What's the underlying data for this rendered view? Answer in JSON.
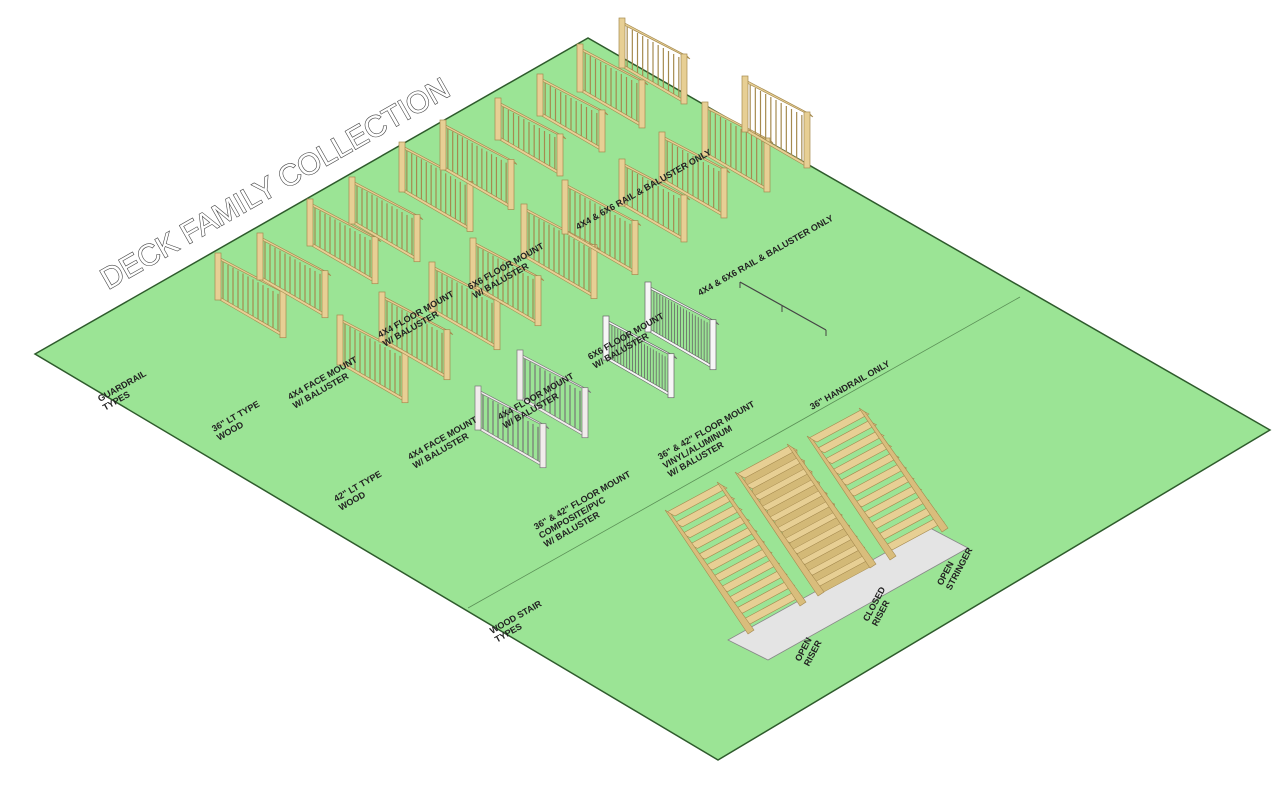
{
  "title": "DECK FAMILY COLLECTION",
  "colors": {
    "ground": "#9be495",
    "ground_edge": "#2e5b2c",
    "wood": "#e7cf94",
    "wood_dark": "#a58a4f",
    "composite": "#f1ecec",
    "vinyl": "#f6f6f6",
    "slab": "#e4e4e4"
  },
  "labels": {
    "guardrail_types": [
      "GUARDRAIL",
      "TYPES"
    ],
    "wood_36_lt": [
      "36\" LT TYPE",
      "WOOD"
    ],
    "wood_42_lt": [
      "42\" LT TYPE",
      "WOOD"
    ],
    "face_mount_a": [
      "4X4 FACE MOUNT",
      "W/ BALUSTER"
    ],
    "floor_mount_4x4": [
      "4X4 FLOOR MOUNT",
      "W/ BALUSTER"
    ],
    "face_mount_b": [
      "4X4 FACE MOUNT",
      "W/ BALUSTER"
    ],
    "floor_mount_6x6_a": [
      "6X6 FLOOR MOUNT",
      "W/ BALUSTER"
    ],
    "floor_mount_4x4_b": [
      "4X4 FLOOR MOUNT",
      "W/ BALUSTER"
    ],
    "floor_mount_6x6_b": [
      "6X6 FLOOR MOUNT",
      "W/ BALUSTER"
    ],
    "rail_baluster_a": [
      "4X4 & 6X6 RAIL & BALUSTER ONLY"
    ],
    "rail_baluster_b": [
      "4X4 & 6X6 RAIL & BALUSTER ONLY"
    ],
    "composite": [
      "36\" & 42\" FLOOR MOUNT",
      "COMPOSITE/PVC",
      "W/ BALUSTER"
    ],
    "vinyl_aluminum": [
      "36\" & 42\" FLOOR MOUNT",
      "VINYL/ALUMINUM",
      "W/ BALUSTER"
    ],
    "handrail_only": [
      "36\" HANDRAIL ONLY"
    ],
    "wood_stair_types": [
      "WOOD STAIR",
      "TYPES"
    ],
    "open_riser": [
      "OPEN",
      "RISER"
    ],
    "closed_riser": [
      "CLOSED",
      "RISER"
    ],
    "open_stringer": [
      "OPEN",
      "STRINGER"
    ]
  }
}
